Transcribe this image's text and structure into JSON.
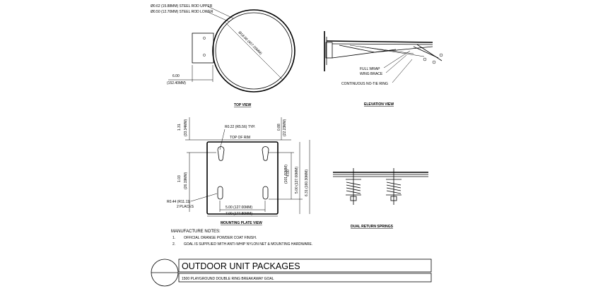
{
  "top_view": {
    "rod_upper": "Ø0.62 (15.88MM) STEEL ROD UPPER",
    "rod_lower": "Ø0.50 (12.70MM) STEEL ROD LOWER",
    "ring_diameter": "Ø18.00 (457.20MM)",
    "offset": "6.00",
    "offset_mm": "(152.40MM)",
    "caption": "TOP VIEW"
  },
  "elevation_view": {
    "full_wrap": "FULL WRAP",
    "wing_brace": "WING BRACE",
    "no_tie_ring": "CONTINUOUS NO-TIE RING",
    "caption": "ELEVATION VIEW"
  },
  "mounting_plate": {
    "hole_note": "R0.22 (R5.56) TYP.",
    "top_of_rim": "TOP OF RIM",
    "dim_top": "1.31",
    "dim_top_mm": "(33.34MM)",
    "dim_top_right": "0.88",
    "dim_top_right_mm": "(22.23MM)",
    "dim_left": "1.03",
    "dim_left_mm": "(26.19MM)",
    "dim_inner": "4.00",
    "dim_inner_mm": "(101.60MM)",
    "dim_height": "5.00 (127.00MM)",
    "dim_total": "6.31 (160.30MM)",
    "slot_note": "R0.44 (R11.11)",
    "slot_count": "2 PLACES",
    "width_inner": "5.00 (127.00MM)",
    "width_outer": "7.00 (177.80MM)",
    "caption": "MOUNTING PLATE VIEW"
  },
  "springs": {
    "caption": "DUAL RETURN SPRINGS"
  },
  "notes": {
    "heading": "MANUFACTURE NOTES:",
    "items": [
      {
        "num": "1.",
        "text": "OFFICIAL ORANGE POWDER COAT FINISH."
      },
      {
        "num": "2.",
        "text": "GOAL IS SUPPLIED WITH ANTI-WHIP NYLON NET & MOUNTING HARDWARE."
      }
    ]
  },
  "title_block": {
    "title": "OUTDOOR UNIT PACKAGES",
    "subtitle": "1500 PLAYGROUND DOUBLE RING BREAKAWAY GOAL"
  }
}
